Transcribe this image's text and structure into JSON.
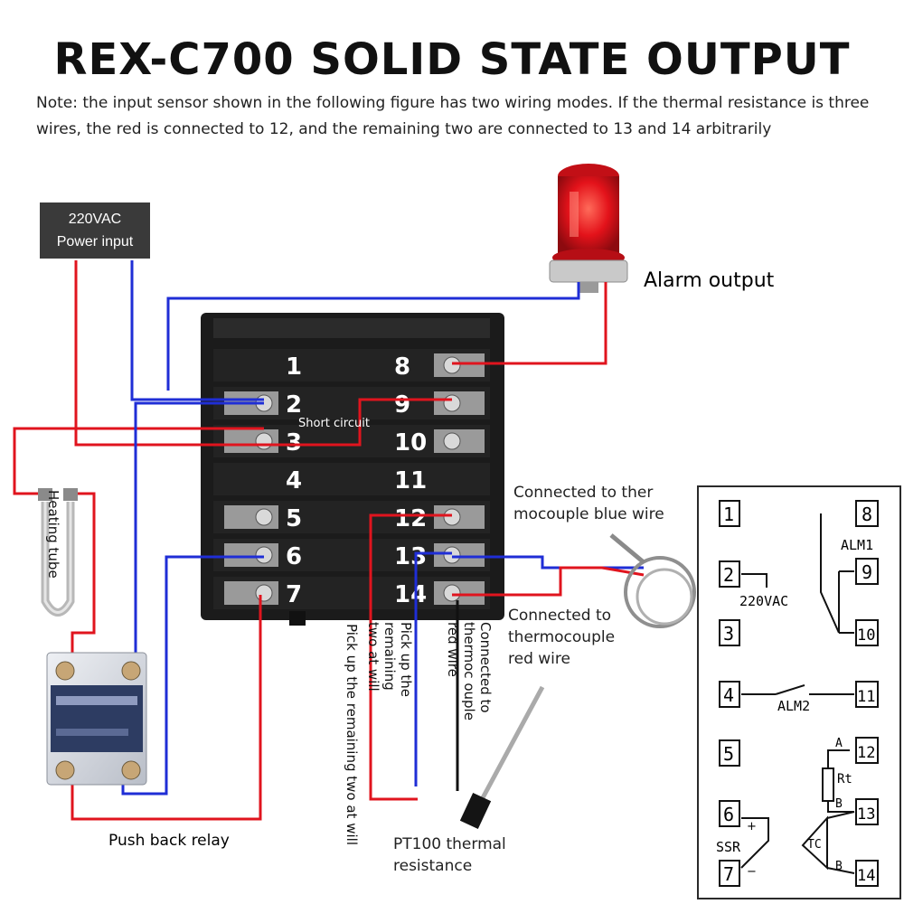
{
  "title": "REX-C700 SOLID STATE OUTPUT",
  "note": "Note: the input sensor shown in the following figure has two wiring modes. If the thermal resistance is three wires, the red is connected to 12, and the remaining two are connected to 13 and 14 arbitrarily",
  "power_input": {
    "line1": "220VAC",
    "line2": "Power input"
  },
  "labels": {
    "alarm_output": "Alarm output",
    "short_circuit": "Short circuit",
    "heating_tube": "Heating tube",
    "push_back_relay": "Push back relay",
    "pt100": "PT100 thermal resistance",
    "tc_blue": "Connected to ther mocouple blue wire",
    "tc_red": "Connected to thermocouple red wire",
    "v_remaining_long": "Pick up the remaining two at will",
    "v_remaining_short": "Pick up the remaining two at will",
    "v_tc_red": "Connected to thermoc ouple red wire"
  },
  "terminals_left": [
    "1",
    "2",
    "3",
    "4",
    "5",
    "6",
    "7"
  ],
  "terminals_right": [
    "8",
    "9",
    "10",
    "11",
    "12",
    "13",
    "14"
  ],
  "schematic": {
    "alm1": "ALM1",
    "alm2": "ALM2",
    "vac": "220VAC",
    "ssr": "SSR",
    "rt": "Rt",
    "tc": "TC",
    "a": "A",
    "b1": "B",
    "b2": "B",
    "plus": "+",
    "minus": "−"
  },
  "colors": {
    "red_wire": "#e0141e",
    "blue_wire": "#1f2ed6",
    "controller": "#1b1b1b"
  }
}
